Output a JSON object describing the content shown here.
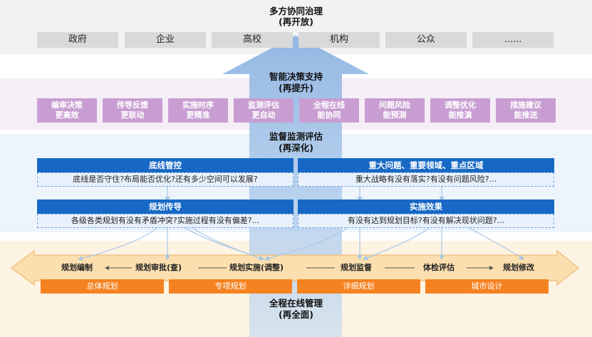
{
  "governance": {
    "title": "多方协同治理",
    "subtitle": "(再开放)",
    "actors": [
      "政府",
      "企业",
      "高校",
      "机构",
      "公众",
      "......"
    ]
  },
  "smart_decision": {
    "title": "智能决策支持",
    "subtitle": "(再提升)",
    "items": [
      {
        "line1": "编审决策",
        "line2": "更高效"
      },
      {
        "line1": "传导反馈",
        "line2": "更联动"
      },
      {
        "line1": "实施时序",
        "line2": "更精准"
      },
      {
        "line1": "监测评估",
        "line2": "更自动"
      },
      {
        "line1": "全程在线",
        "line2": "能协同"
      },
      {
        "line1": "问题风险",
        "line2": "能预测"
      },
      {
        "line1": "调整优化",
        "line2": "能推演"
      },
      {
        "line1": "措施建议",
        "line2": "能推送"
      }
    ]
  },
  "supervision": {
    "title": "监督监测评估",
    "subtitle": "(再深化)",
    "panels": [
      {
        "header": "底线管控",
        "question": "底线是否守住?布局能否优化?还有多少空间可以发展?"
      },
      {
        "header": "重大问题、重要领域、重点区域",
        "question": "重大战略有没有落实?有没有问题风险?..."
      },
      {
        "header": "规划传导",
        "question": "各级各类规划有没有矛盾冲突?实施过程有没有偏差?..."
      },
      {
        "header": "实施效果",
        "question": "有没有达到规划目标?有没有解决现状问题?..."
      }
    ]
  },
  "management": {
    "title": "全程在线管理",
    "subtitle": "(再全面)",
    "flow": [
      "规划编制",
      "规划审批(查)",
      "规划实施(调整)",
      "规划监督",
      "体检评估",
      "规划修改"
    ],
    "plans": [
      "总体规划",
      "专项规划",
      "详细规划",
      "城市设计"
    ]
  },
  "colors": {
    "purple": "#c89ed2",
    "blue": "#1668c4",
    "orange": "#f58220",
    "arrow": "#8db4e2"
  }
}
